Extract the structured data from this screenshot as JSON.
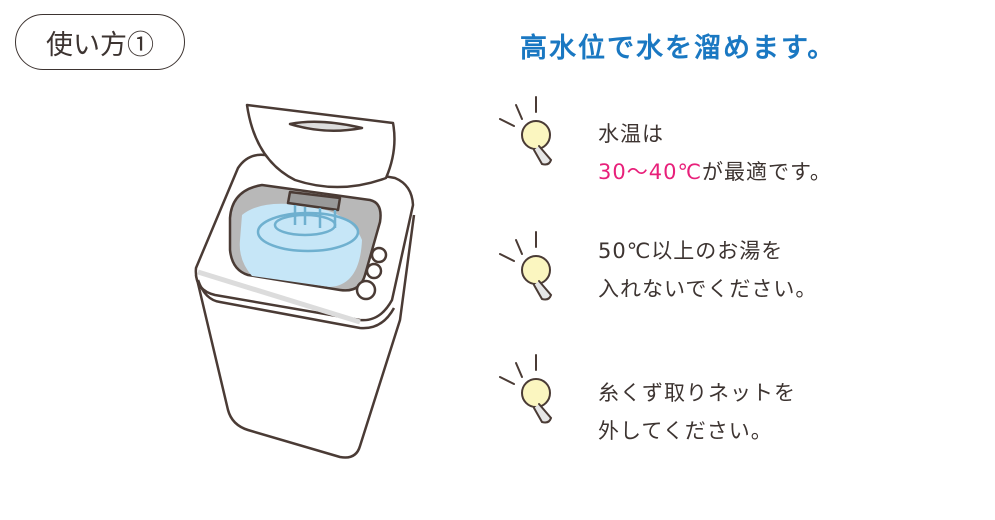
{
  "badge": {
    "label": "使い方①"
  },
  "heading": "高水位で水を溜めます。",
  "tips": [
    {
      "line1": "水温は",
      "line2_highlight": "30〜40℃",
      "line2_rest": "が最適です。"
    },
    {
      "line1": "50℃以上のお湯を",
      "line2": "入れないでください。"
    },
    {
      "line1": "糸くず取りネットを",
      "line2": "外してください。"
    }
  ],
  "colors": {
    "text": "#3d3431",
    "accent": "#e8207a",
    "heading": "#1a78c2",
    "water": "#c6e6f7",
    "bulb": "#fbf6c0"
  }
}
